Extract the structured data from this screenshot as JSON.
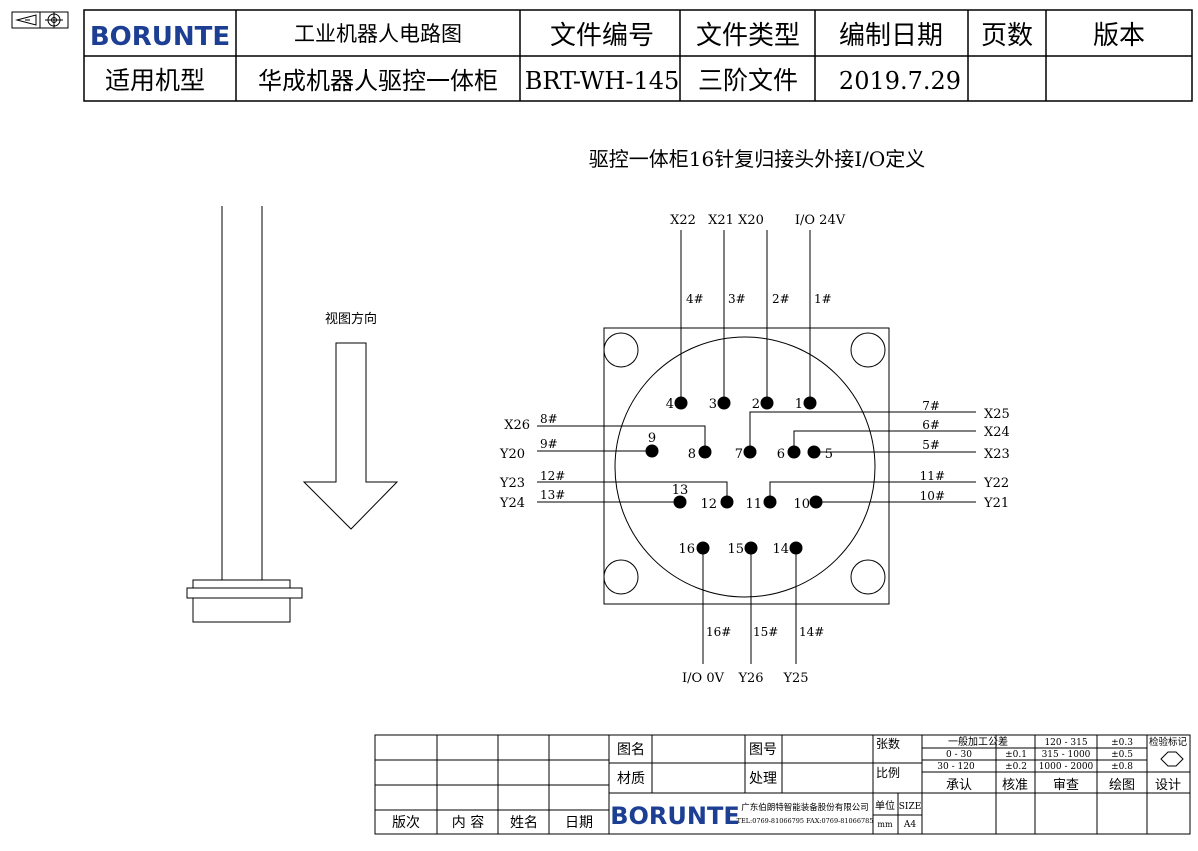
{
  "header": {
    "brand": "BORUNTE",
    "doc_title": "工业机器人电路图",
    "col_file_no": "文件编号",
    "col_file_type": "文件类型",
    "col_date": "编制日期",
    "col_pages": "页数",
    "col_version": "版本",
    "applicable_model_label": "适用机型",
    "applicable_model": "华成机器人驱控一体柜",
    "file_no": "BRT-WH-145",
    "file_type": "三阶文件",
    "date": "2019.7.29",
    "pages": "",
    "version": ""
  },
  "diagram": {
    "title": "驱控一体柜16针复归接头外接I/O定义",
    "view_direction": "视图方向",
    "pins": [
      {
        "num": "1",
        "hash": "1#",
        "signal": "I/O 24V"
      },
      {
        "num": "2",
        "hash": "2#",
        "signal": "X20"
      },
      {
        "num": "3",
        "hash": "3#",
        "signal": "X21"
      },
      {
        "num": "4",
        "hash": "4#",
        "signal": "X22"
      },
      {
        "num": "5",
        "hash": "5#",
        "signal": "X23"
      },
      {
        "num": "6",
        "hash": "6#",
        "signal": "X24"
      },
      {
        "num": "7",
        "hash": "7#",
        "signal": "X25"
      },
      {
        "num": "8",
        "hash": "8#",
        "signal": "X26"
      },
      {
        "num": "9",
        "hash": "9#",
        "signal": "Y20"
      },
      {
        "num": "10",
        "hash": "10#",
        "signal": "Y21"
      },
      {
        "num": "11",
        "hash": "11#",
        "signal": "Y22"
      },
      {
        "num": "12",
        "hash": "12#",
        "signal": "Y23"
      },
      {
        "num": "13",
        "hash": "13#",
        "signal": "Y24"
      },
      {
        "num": "14",
        "hash": "14#",
        "signal": "Y25"
      },
      {
        "num": "15",
        "hash": "15#",
        "signal": "Y26"
      },
      {
        "num": "16",
        "hash": "16#",
        "signal": "I/O 0V"
      }
    ]
  },
  "title_block": {
    "rev_cols": [
      "版次",
      "内 容",
      "姓名",
      "日期"
    ],
    "drawing_name_label": "图名",
    "drawing_no_label": "图号",
    "material_label": "材质",
    "treatment_label": "处理",
    "sheets_label": "张数",
    "scale_label": "比例",
    "tolerance_title": "一般加工公差",
    "tolerances": [
      {
        "range": "0 - 30",
        "tol": "±0.1"
      },
      {
        "range": "30 - 120",
        "tol": "±0.2"
      },
      {
        "range": "120 - 315",
        "tol": "±0.3"
      },
      {
        "range": "315 - 1000",
        "tol": "±0.5"
      },
      {
        "range": "1000 - 2000",
        "tol": "±0.8"
      }
    ],
    "inspection_mark_label": "检验标记",
    "signoff": [
      "承认",
      "核准",
      "审查",
      "绘图",
      "设计"
    ],
    "brand": "BORUNTE",
    "company": "广东伯朗特智能装备股份有限公司",
    "contact": "TEL:0769-81066795   FAX:0769-81066785",
    "unit_label": "单位",
    "unit_value": "mm",
    "size_label": "SIZE",
    "size_value": "A4"
  },
  "colors": {
    "line": "#000000",
    "brand": "#1c3f94",
    "background": "#ffffff"
  }
}
